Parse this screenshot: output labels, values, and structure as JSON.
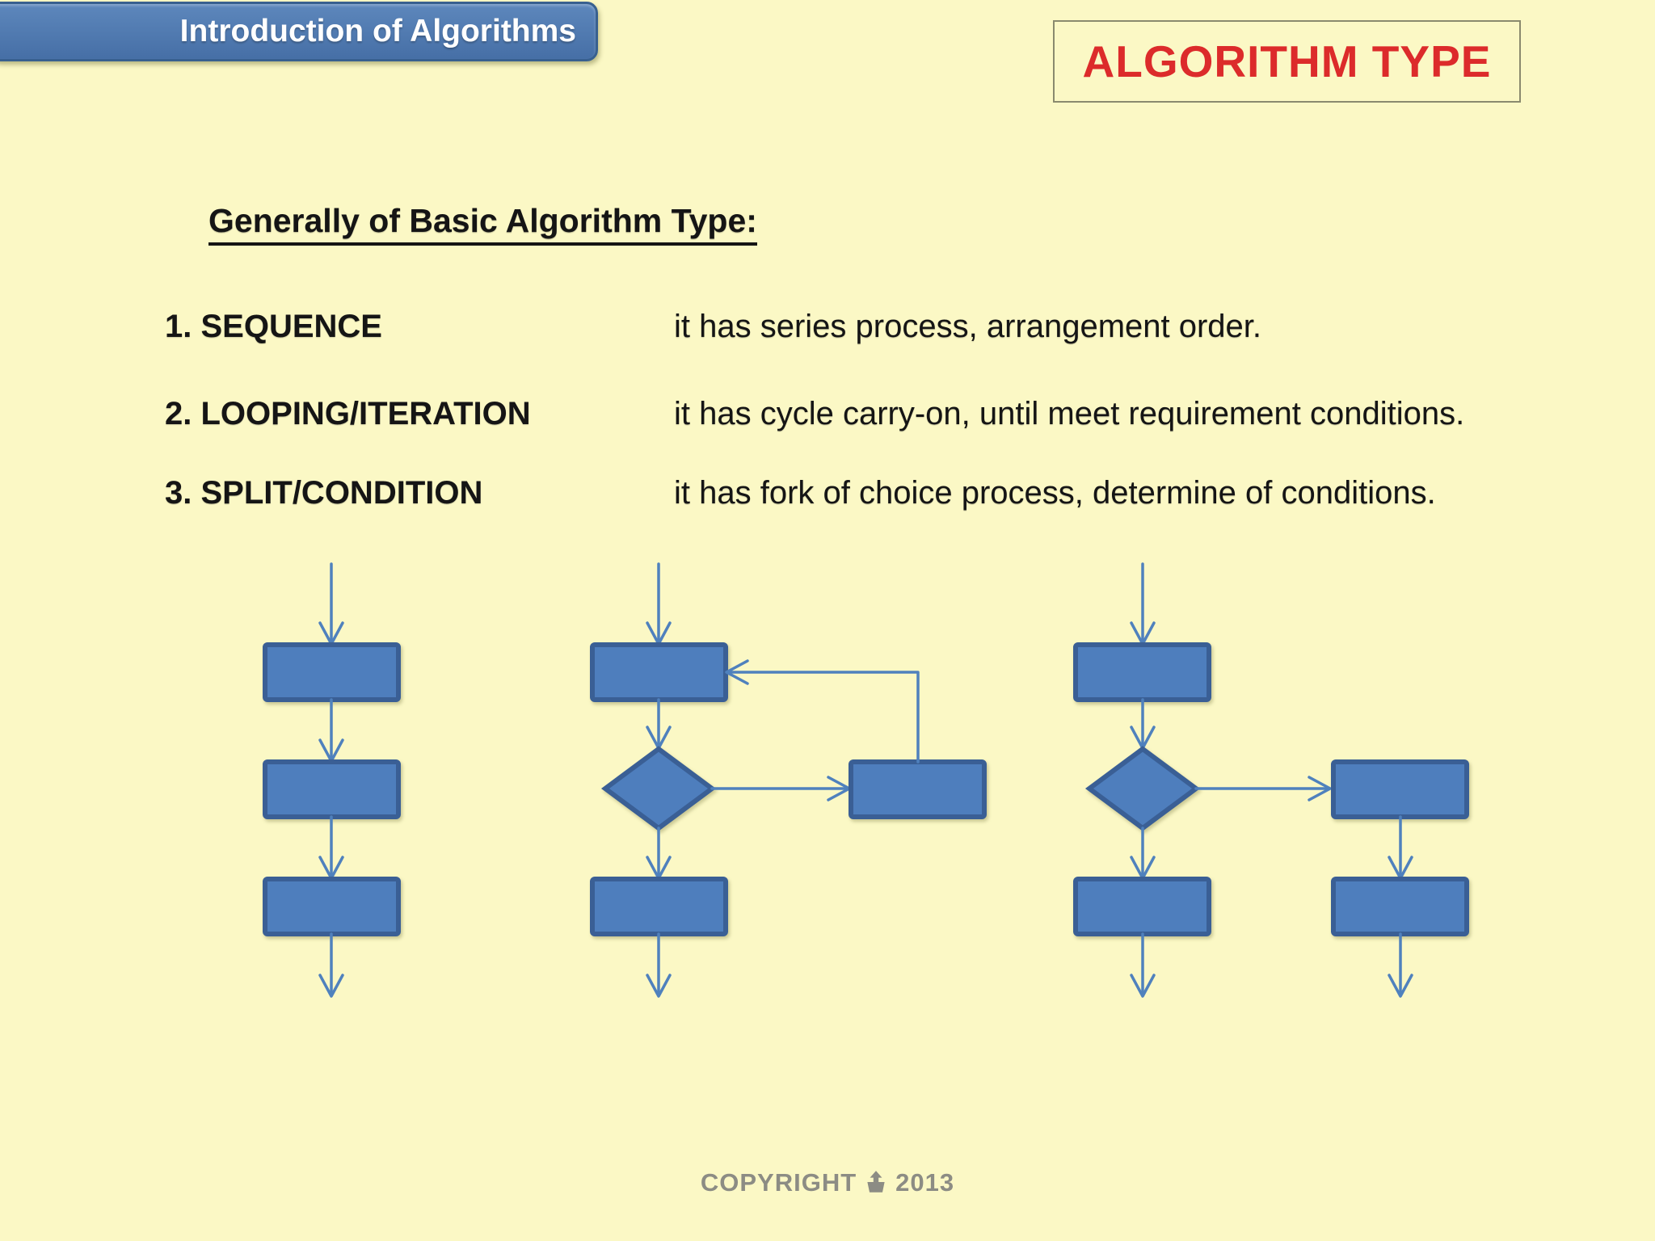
{
  "slide": {
    "header_tab": {
      "label": "Introduction of Algorithms"
    },
    "title_box": {
      "label": "ALGORITHM TYPE"
    },
    "heading": "Generally of Basic Algorithm Type:",
    "items": [
      {
        "label": "1. SEQUENCE",
        "description": "it has series process, arrangement order."
      },
      {
        "label": "2. LOOPING/ITERATION",
        "description": "it has cycle carry-on, until meet requirement conditions."
      },
      {
        "label": "3. SPLIT/CONDITION",
        "description": "it has fork of choice process, determine of conditions."
      }
    ],
    "diagrams": [
      {
        "type": "sequence-flowchart"
      },
      {
        "type": "looping-iteration-flowchart"
      },
      {
        "type": "split-condition-flowchart"
      }
    ],
    "footer": {
      "text_left": "COPYRIGHT",
      "year": "2013"
    },
    "colors": {
      "background": "#FBF8C5",
      "box_fill": "#4E7EBD",
      "box_border": "#3A5F95",
      "arrow": "#4F81BD",
      "header_fill_top": "#5D87BC",
      "header_fill_bottom": "#466FA6",
      "header_border": "#38608F",
      "header_text": "#FFFFFF",
      "title_red": "#DC2B2B",
      "title_box_border": "#8A8A6E",
      "body_text": "#151515",
      "footer_text": "#8C8C84"
    }
  }
}
